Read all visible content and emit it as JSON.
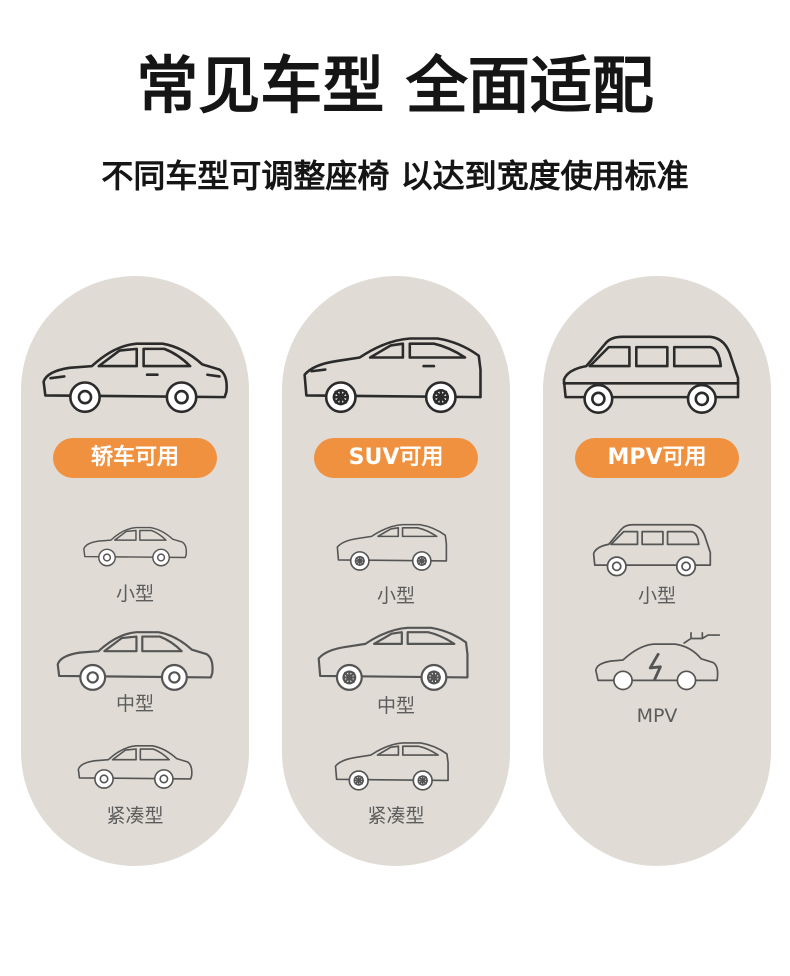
{
  "header": {
    "title": "常见车型 全面适配",
    "subtitle": "不同车型可调整座椅 以达到宽度使用标准"
  },
  "columns": [
    {
      "label": "轿车可用",
      "main_icon": "sedan-icon",
      "items": [
        {
          "caption": "小型",
          "icon": "sedan-small-icon"
        },
        {
          "caption": "中型",
          "icon": "sedan-medium-icon"
        },
        {
          "caption": "紧凑型",
          "icon": "sedan-compact-icon"
        }
      ]
    },
    {
      "label": "SUV可用",
      "main_icon": "suv-icon",
      "items": [
        {
          "caption": "小型",
          "icon": "suv-small-icon"
        },
        {
          "caption": "中型",
          "icon": "suv-medium-icon"
        },
        {
          "caption": "紧凑型",
          "icon": "suv-compact-icon"
        }
      ]
    },
    {
      "label": "MPV可用",
      "main_icon": "van-icon",
      "items": [
        {
          "caption": "小型",
          "icon": "van-small-icon"
        },
        {
          "caption": "MPV",
          "icon": "electric-car-icon"
        }
      ]
    }
  ],
  "colors": {
    "background": "#ffffff",
    "column": "#e0dcd5",
    "pill": "#f0913f",
    "title_text": "#151515",
    "caption_text": "#5c5c5c"
  }
}
